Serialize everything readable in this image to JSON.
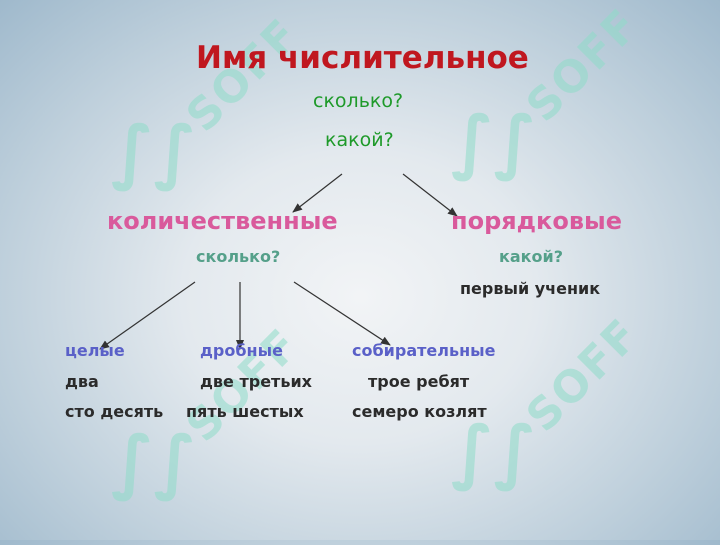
{
  "title": "Имя числительное",
  "questions": [
    "сколько?",
    "какой?"
  ],
  "branches": {
    "left": {
      "label": "количественные",
      "question": "сколько?",
      "categories": [
        {
          "label": "целые",
          "examples": [
            "два",
            "сто десять"
          ]
        },
        {
          "label": "дробные",
          "examples": [
            "две третьих",
            "пять шестых"
          ]
        },
        {
          "label": "собирательные",
          "examples": [
            "трое ребят",
            "семеро козлят"
          ]
        }
      ]
    },
    "right": {
      "label": "порядковые",
      "question": "какой?",
      "example": "первый ученик"
    }
  },
  "watermark": "SOFF",
  "colors": {
    "title": "#c0171f",
    "questions": "#1e9a2a",
    "branches": "#d95a9c",
    "sub_questions": "#55a08a",
    "categories": "#5a60c8",
    "examples": "#2b2b2b",
    "watermark": "#8fdcc9"
  }
}
